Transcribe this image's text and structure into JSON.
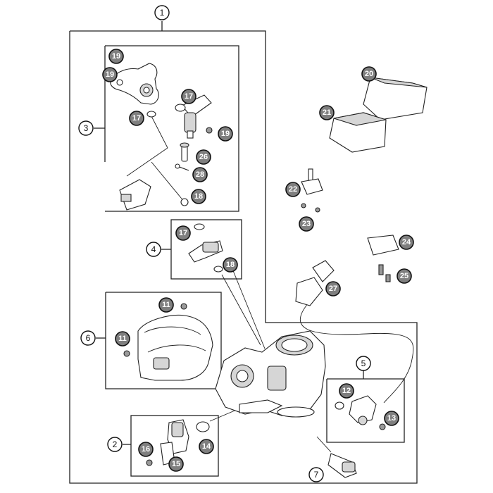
{
  "callouts": {
    "c1": "1",
    "c2": "2",
    "c3": "3",
    "c4": "4",
    "c5": "5",
    "c6": "6",
    "c7": "7",
    "c11a": "11",
    "c11b": "11",
    "c12": "12",
    "c13": "13",
    "c14": "14",
    "c15": "15",
    "c16": "16",
    "c17a": "17",
    "c17b": "17",
    "c17c": "17",
    "c18a": "18",
    "c18b": "18",
    "c19a": "19",
    "c19b": "19",
    "c19c": "19",
    "c20": "20",
    "c21": "21",
    "c22": "22",
    "c23": "23",
    "c24": "24",
    "c25": "25",
    "c26": "26",
    "c27": "27",
    "c28": "28"
  }
}
